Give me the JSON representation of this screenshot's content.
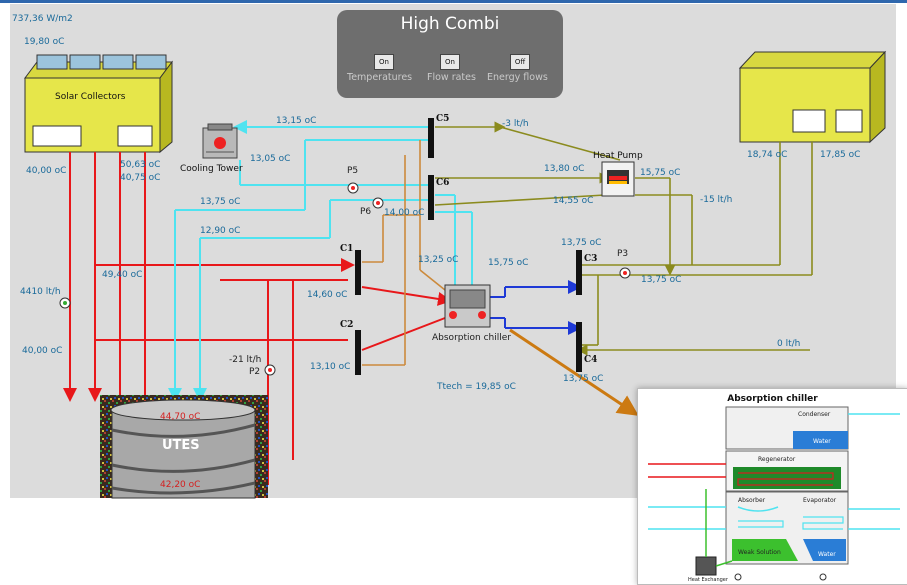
{
  "panel": {
    "title": "High Combi",
    "toggles": [
      {
        "state": "On",
        "label": "Temperatures"
      },
      {
        "state": "On",
        "label": "Flow rates"
      },
      {
        "state": "Off",
        "label": "Energy flows"
      }
    ]
  },
  "solar": {
    "irradiance": "737,36 W/m2",
    "ambient": "19,80 oC",
    "name": "Solar Collectors",
    "t_left": "40,00 oC",
    "t_right_1": "50,63 oC",
    "t_right_2": "40,75 oC"
  },
  "building": {
    "t_supply": "18,74 oC",
    "t_return": "17,85 oC"
  },
  "cooling_tower": {
    "name": "Cooling Tower",
    "t_in": "13,15 oC",
    "t_out": "13,05 oC"
  },
  "heat_pump": {
    "name": "Heat Pump",
    "t_a": "13,80 oC",
    "t_b": "14,55 oC",
    "t_c": "15,75 oC",
    "flow_a": "-3 lt/h",
    "flow_b": "-15 lt/h"
  },
  "chiller": {
    "name": "Absorption chiller",
    "t_top": "13,25 oC",
    "t_right": "15,75 oC",
    "ttech": "Ttech = 19,85 oC"
  },
  "utes": {
    "name": "UTES",
    "t_top": "44,70 oC",
    "t_bottom": "42,20 oC"
  },
  "nodes": {
    "c1": "C1",
    "c2": "C2",
    "c3": "C3",
    "c4": "C4",
    "c5": "C5",
    "c6": "C6"
  },
  "pumps": {
    "p2": "P2",
    "p3": "P3",
    "p5": "P5",
    "p6": "P6"
  },
  "readings": {
    "t_1375_a": "13,75 oC",
    "t_1290": "12,90 oC",
    "t_1400": "14,00 oC",
    "t_4940": "49,40 oC",
    "t_1460": "14,60 oC",
    "flow_4410": "4410 lt/h",
    "t_4000": "40,00 oC",
    "flow_21": "-21 lt/h",
    "t_1310": "13,10 oC",
    "t_1375_c3": "13,75 oC",
    "t_1375_p3": "13,75 oC",
    "flow_0": "0 lt/h",
    "t_c4": "13,75 oC"
  },
  "inset": {
    "title": "Absorption chiller",
    "condenser": "Condenser",
    "regenerator": "Regenerator",
    "absorber": "Absorber",
    "evaporator": "Evaporator",
    "water1": "Water",
    "water2": "Water",
    "weak": "Weak Solution",
    "hex": "Heat Exchanger"
  },
  "colors": {
    "hot": "#e8171a",
    "cold": "#4fe3f0",
    "olive": "#8b8b1e",
    "tan": "#cc8a3c",
    "blue": "#1e39d6",
    "arrow": "#cc7a12"
  }
}
